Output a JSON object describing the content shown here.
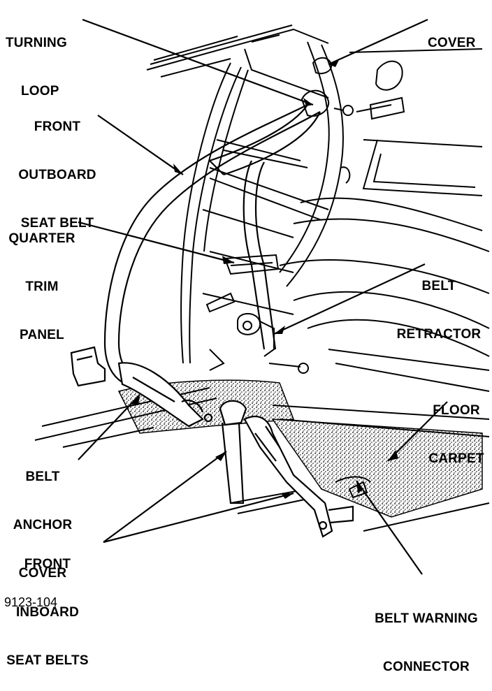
{
  "labels": {
    "turning_loop": [
      "TURNING",
      "LOOP"
    ],
    "cover": [
      "COVER"
    ],
    "front_outboard_seat_belt": [
      "FRONT",
      "OUTBOARD",
      "SEAT BELT"
    ],
    "quarter_trim_panel": [
      "QUARTER",
      "TRIM",
      "PANEL"
    ],
    "belt_retractor": [
      "BELT",
      "RETRACTOR"
    ],
    "floor_carpet": [
      "FLOOR",
      "CARPET"
    ],
    "belt_anchor_cover": [
      "BELT",
      "ANCHOR",
      "COVER"
    ],
    "front_inboard_seat_belts": [
      "FRONT",
      "INBOARD",
      "SEAT BELTS"
    ],
    "belt_warning_connector": [
      "BELT WARNING",
      "CONNECTOR"
    ]
  },
  "figure_id": "9123-104"
}
